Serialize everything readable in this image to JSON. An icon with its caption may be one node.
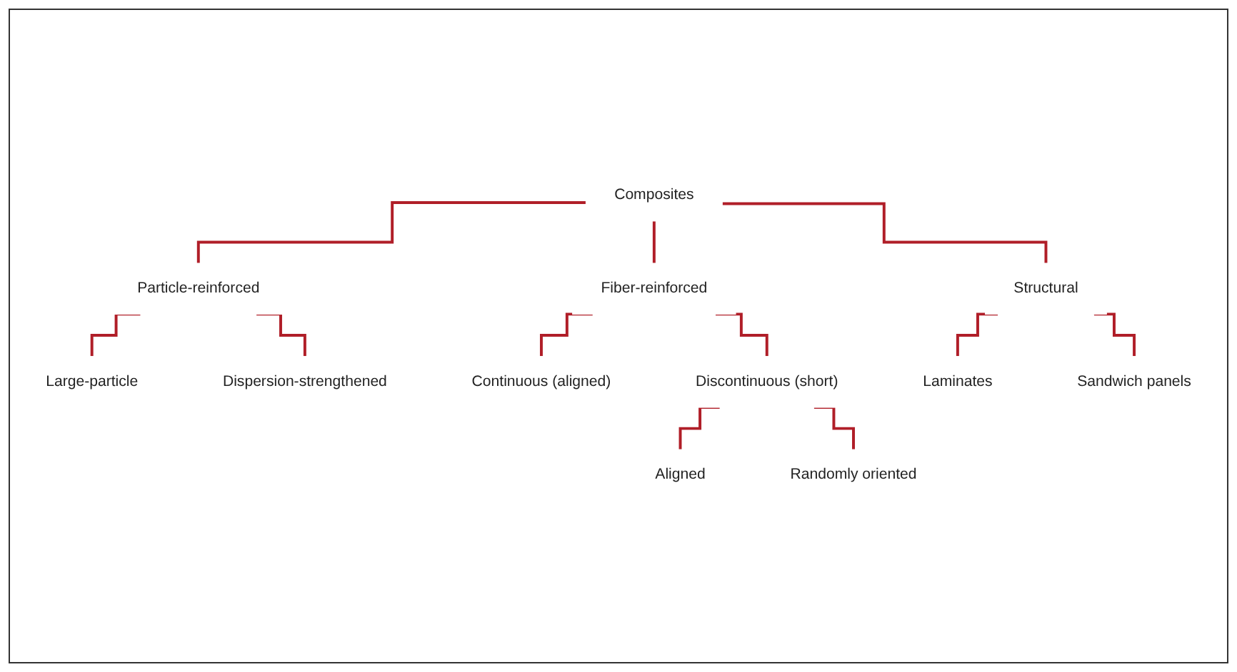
{
  "diagram": {
    "nodes": [
      {
        "text": [
          "Composites"
        ]
      },
      {
        "text": [
          "Particle-reinforced"
        ]
      },
      {
        "text": [
          "Fiber-reinforced"
        ]
      },
      {
        "text": [
          "Structural"
        ]
      },
      {
        "text": [
          "Large-particle"
        ]
      },
      {
        "text": [
          "Dispersion-strengthened"
        ]
      },
      {
        "text": [
          "Continuous (aligned)"
        ]
      },
      {
        "text": [
          "Discontinuous (short)"
        ]
      },
      {
        "text": [
          "Laminates"
        ]
      },
      {
        "text": [
          "Sandwich panels"
        ]
      },
      {
        "text": [
          "Aligned"
        ]
      },
      {
        "text": [
          "Randomly oriented"
        ]
      }
    ],
    "edges": [
      {
        "from": 0,
        "to": 1,
        "arrow": "none"
      },
      {
        "from": 0,
        "to": 2,
        "arrow": "none"
      },
      {
        "from": 0,
        "to": 3,
        "arrow": "none"
      },
      {
        "from": 1,
        "to": 4,
        "arrow": "none"
      },
      {
        "from": 1,
        "to": 5,
        "arrow": "none"
      },
      {
        "from": 2,
        "to": 6,
        "arrow": "none"
      },
      {
        "from": 2,
        "to": 7,
        "arrow": "none"
      },
      {
        "from": 3,
        "to": 8,
        "arrow": "none"
      },
      {
        "from": 3,
        "to": 9,
        "arrow": "none"
      },
      {
        "from": 7,
        "to": 10,
        "arrow": "none"
      },
      {
        "from": 7,
        "to": 11,
        "arrow": "none"
      }
    ]
  }
}
